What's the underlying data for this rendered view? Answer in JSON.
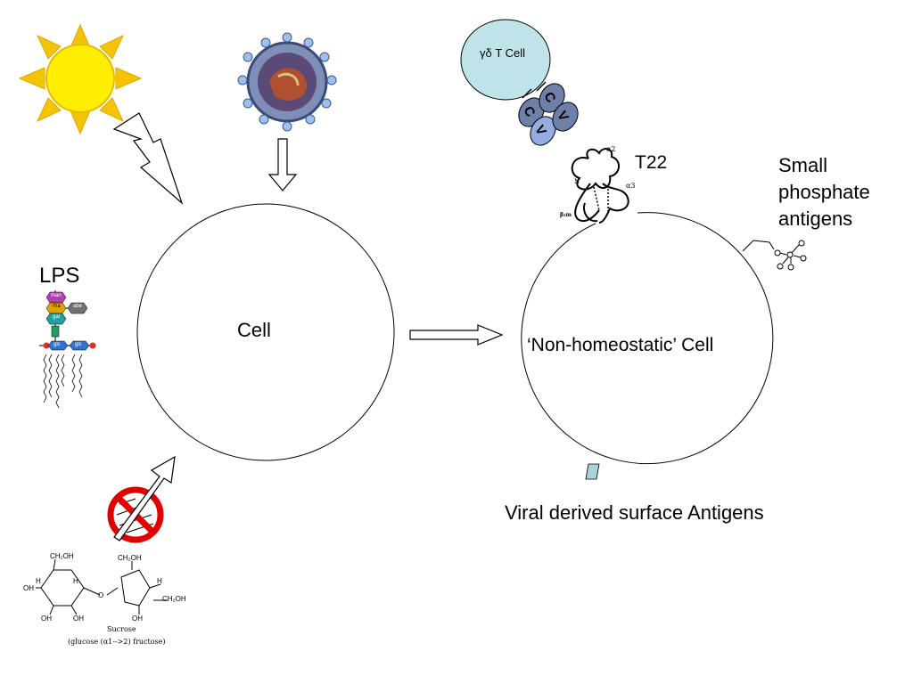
{
  "labels": {
    "cell": "Cell",
    "non_homeostatic_cell": "‘Non-homeostatic’ Cell",
    "gd_t_cell": "γδ T Cell",
    "t22": "T22",
    "small_phosphate_antigens": [
      "Small",
      "phosphate",
      "antigens"
    ],
    "lps": "LPS",
    "viral_surface_antigens": "Viral derived surface Antigens",
    "sucrose_name": "Sucrose",
    "sucrose_formula": "(glucose (α1-->2) fructose)"
  },
  "tcr_letters": {
    "c1": "C",
    "c2": "C",
    "v1": "V",
    "v2": "V"
  },
  "t22_annotations": {
    "alpha2": "α2",
    "alpha3": "α3",
    "n_term": "N",
    "beta": "β₂m"
  },
  "lps_blocks": {
    "man": "man",
    "rha": "rha",
    "abe": "abe",
    "gal": "gal",
    "glc1": "glc",
    "glc2": "glc"
  },
  "sucrose_groups": {
    "ch2oh_1": "CH₂OH",
    "ch2oh_2": "CH₂OH",
    "ch2oh_3": "CH₂OH",
    "oh": "OH",
    "h": "H",
    "o": "O"
  },
  "colors": {
    "sun_core": "#FFEE00",
    "sun_rays": "#F5C400",
    "t_cell_fill": "#BFE3E8",
    "c_domain": "#6E7FA8",
    "v_domain": "#93ADE0",
    "viral_antigen": "#A6D4D8",
    "prohibited": "#E00000",
    "lps_man": "#B040B0",
    "lps_rha": "#E0A000",
    "lps_abe": "#707070",
    "lps_gal": "#20A0A0",
    "lps_hex": "#3070D0",
    "lps_p": "#E03020"
  }
}
